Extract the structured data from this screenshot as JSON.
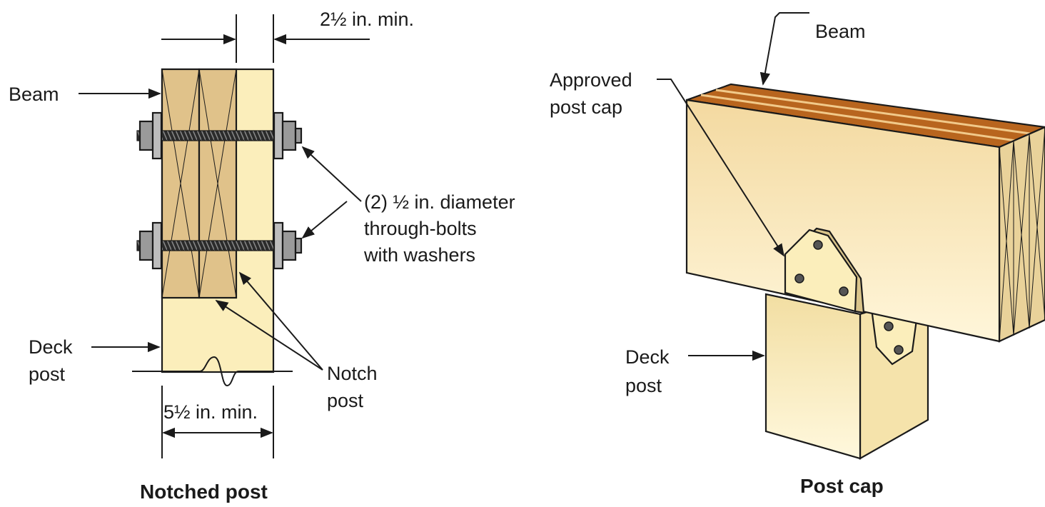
{
  "left": {
    "title": "Notched post",
    "labels": {
      "top_dim": "2½ in. min.",
      "beam": "Beam",
      "bolts_line1": "(2) ½ in. diameter",
      "bolts_line2": "through-bolts",
      "bolts_line3": "with washers",
      "deck_post_line1": "Deck",
      "deck_post_line2": "post",
      "notch_line1": "Notch",
      "notch_line2": "post",
      "bottom_dim": "5½ in. min."
    }
  },
  "right": {
    "title": "Post cap",
    "labels": {
      "beam": "Beam",
      "cap_line1": "Approved",
      "cap_line2": "post cap",
      "deck_post_line1": "Deck",
      "deck_post_line2": "post"
    }
  },
  "colors": {
    "beam_face": "#e0c28a",
    "post_face": "#fbeebb",
    "beam_top_stripe": "#b8651e",
    "outline": "#1a1a1a",
    "bolt_metal": "#9a9a9a"
  }
}
